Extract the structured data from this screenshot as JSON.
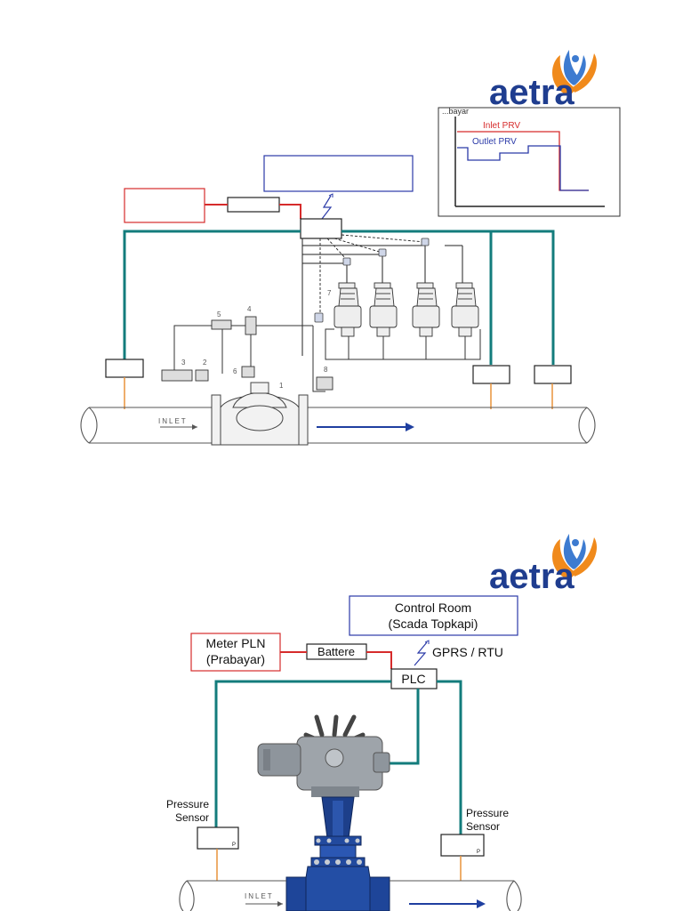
{
  "brand": {
    "name": "aetra",
    "color_text": "#1f3d8f",
    "color_flame_orange": "#f08a1c",
    "color_flame_blue": "#3d7bd0"
  },
  "colors": {
    "power_line": "#d62b2b",
    "signal_line": "#137c7c",
    "sensor_lead": "#e8923a",
    "flow_arrow": "#1f3fa0",
    "box_blue": "#2b3aa8",
    "box_red": "#d62b2b"
  },
  "diagram_top": {
    "inlet_label": "INLET",
    "component_numbers": [
      "1",
      "2",
      "3",
      "4",
      "5",
      "6",
      "7",
      "8"
    ],
    "chart": {
      "cut_title": "...bayar",
      "inlet_legend": "Inlet PRV",
      "outlet_legend": "Outlet PRV"
    }
  },
  "diagram_bottom": {
    "control_room_line1": "Control Room",
    "control_room_line2": "(Scada Topkapi)",
    "meter_line1": "Meter PLN",
    "meter_line2": "(Prabayar)",
    "battery": "Battere",
    "gprs": "GPRS / RTU",
    "plc": "PLC",
    "sensor_left_line1": "Pressure",
    "sensor_left_line2": "Sensor",
    "sensor_right_line1": "Pressure",
    "sensor_right_line2": "Sensor",
    "sensor_box_mark": "P",
    "inlet_label": "INLET"
  }
}
